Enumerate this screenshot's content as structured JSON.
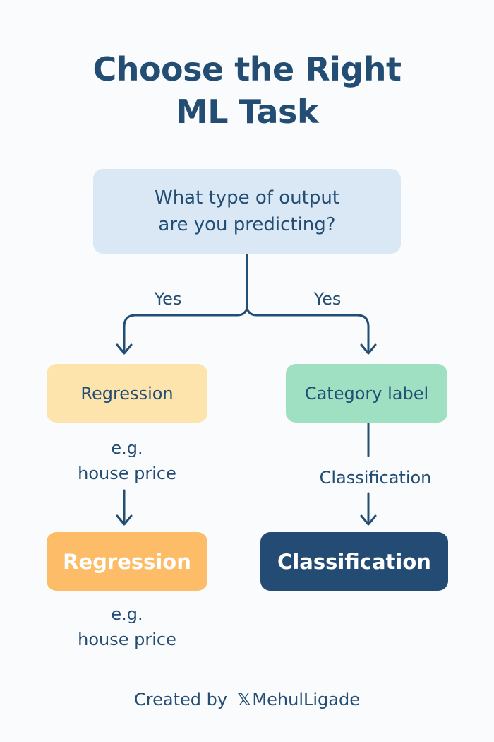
{
  "title": {
    "line1": "Choose the Right",
    "line2": "ML Task"
  },
  "question": {
    "line1": "What type of output",
    "line2": "are you predicting?"
  },
  "branches": {
    "left_label": "Yes",
    "right_label": "Yes"
  },
  "left": {
    "box1": "Regression",
    "example1": {
      "line1": "e.g.",
      "line2": "house price"
    },
    "box2": "Regression",
    "example2": {
      "line1": "e.g.",
      "line2": "house price"
    }
  },
  "right": {
    "box1": "Category label",
    "edge_label": "Classification",
    "box2": "Classification"
  },
  "footer": {
    "prefix": "Created by",
    "icon": "x-icon",
    "handle": "MehulLigade"
  },
  "colors": {
    "text": "#234d73",
    "question_bg": "#d9e8f4",
    "regression_light_bg": "#fde4ad",
    "category_bg": "#9fe0c2",
    "regression_dark_bg": "#fcbc68",
    "classification_bg": "#234b73",
    "connector": "#234d73"
  }
}
